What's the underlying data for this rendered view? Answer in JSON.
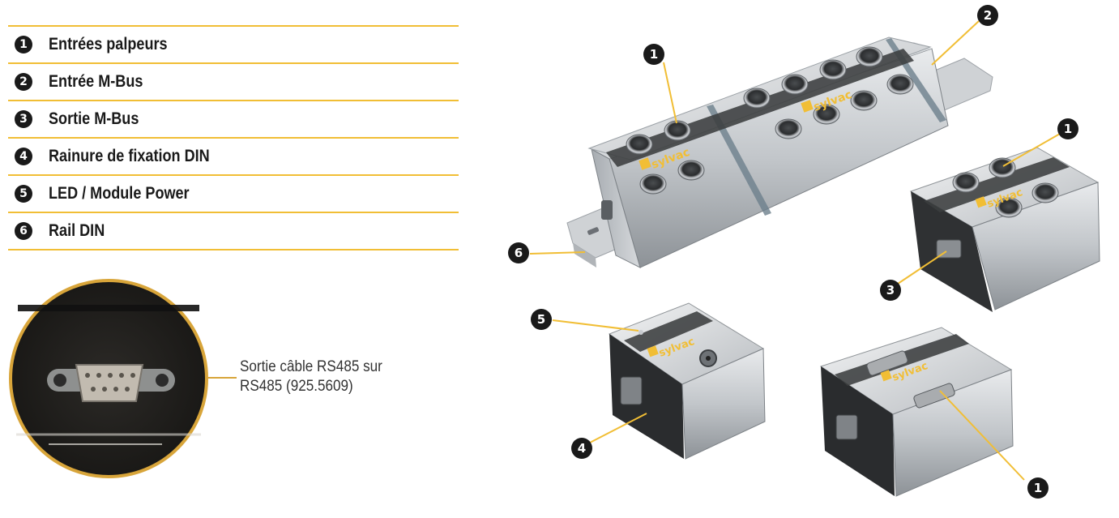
{
  "legend": {
    "items": [
      {
        "num": "1",
        "label": "Entrées palpeurs"
      },
      {
        "num": "2",
        "label": "Entrée M-Bus"
      },
      {
        "num": "3",
        "label": "Sortie M-Bus"
      },
      {
        "num": "4",
        "label": "Rainure de fixation DIN"
      },
      {
        "num": "5",
        "label": "LED / Module Power"
      },
      {
        "num": "6",
        "label": "Rail DIN"
      }
    ]
  },
  "caption": {
    "line1": "Sortie câble RS485 sur",
    "line2": "RS485 (925.5609)"
  },
  "brand": "sylvac",
  "callouts": {
    "c1_top": "1",
    "c2_top": "2",
    "c1_right": "1",
    "c6": "6",
    "c3": "3",
    "c5": "5",
    "c4": "4",
    "c1_bottom": "1"
  },
  "colors": {
    "accent": "#f1be35",
    "badge": "#1a1a1a"
  }
}
